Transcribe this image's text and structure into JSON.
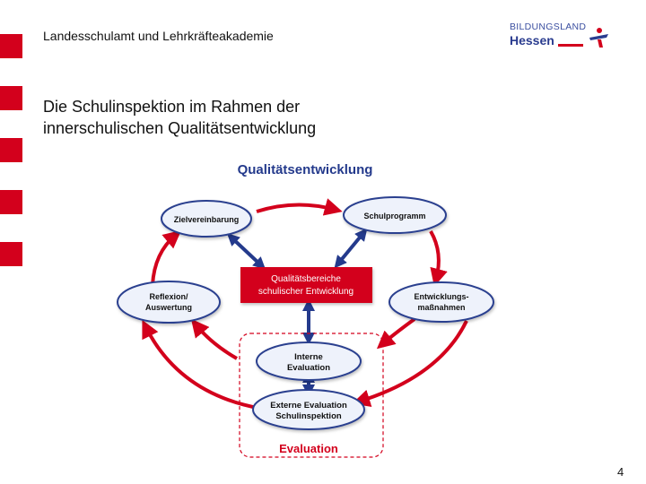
{
  "header": {
    "institution": "Landesschulamt und Lehrkräfteakademie",
    "logo_line1": "BILDUNGSLAND",
    "logo_line2": "Hessen"
  },
  "slide": {
    "title_line1": "Die Schulinspektion im Rahmen der",
    "title_line2": "innerschulischen Qualitätsentwicklung",
    "page_number": "4"
  },
  "diagram": {
    "heading": "Qualitätsentwicklung",
    "nodes": {
      "zielvereinbarung": "Zielvereinbarung",
      "schulprogramm": "Schulprogramm",
      "reflexion_line1": "Reflexion/",
      "reflexion_line2": "Auswertung",
      "entwicklung_line1": "Entwicklungs-",
      "entwicklung_line2": "maßnahmen",
      "interne_line1": "Interne",
      "interne_line2": "Evaluation",
      "externe_line1": "Externe Evaluation",
      "externe_line2": "Schulinspektion"
    },
    "center_line1": "Qualitätsbereiche",
    "center_line2": "schulischer Entwicklung",
    "evaluation_label": "Evaluation"
  },
  "colors": {
    "accent_red": "#d3001c",
    "navy": "#243a8c",
    "ellipse_fill": "#eef2fb",
    "ellipse_stroke": "#2b3f8f"
  }
}
